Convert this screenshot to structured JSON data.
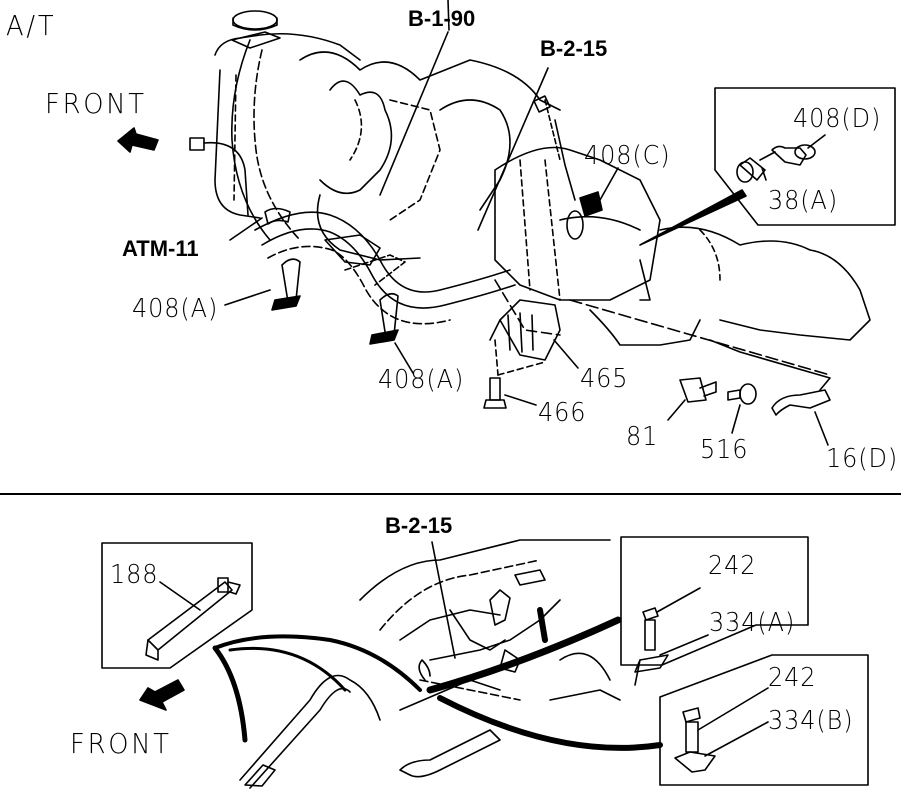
{
  "title": "A/T",
  "top_panel": {
    "front_label": "FRONT",
    "references": [
      {
        "id": "ref-b-1-90",
        "text": "B-1-90"
      },
      {
        "id": "ref-b-2-15",
        "text": "B-2-15"
      },
      {
        "id": "ref-atm-11",
        "text": "ATM-11"
      }
    ],
    "callouts": [
      {
        "id": "408c",
        "text": "408(C)"
      },
      {
        "id": "408a-left",
        "text": "408(A)"
      },
      {
        "id": "408a-mid",
        "text": "408(A)"
      },
      {
        "id": "465",
        "text": "465"
      },
      {
        "id": "466",
        "text": "466"
      },
      {
        "id": "81",
        "text": "81"
      },
      {
        "id": "516",
        "text": "516"
      },
      {
        "id": "16d",
        "text": "16(D)"
      }
    ],
    "inset": {
      "callouts": [
        {
          "id": "408d",
          "text": "408(D)"
        },
        {
          "id": "38a",
          "text": "38(A)"
        }
      ]
    }
  },
  "bottom_panel": {
    "front_label": "FRONT",
    "references": [
      {
        "id": "ref-b-2-15-bottom",
        "text": "B-2-15"
      }
    ],
    "inset_left": {
      "callouts": [
        {
          "id": "188",
          "text": "188"
        }
      ]
    },
    "inset_right_a": {
      "callouts": [
        {
          "id": "242a",
          "text": "242"
        },
        {
          "id": "334a",
          "text": "334(A)"
        }
      ]
    },
    "inset_right_b": {
      "callouts": [
        {
          "id": "242b",
          "text": "242"
        },
        {
          "id": "334b",
          "text": "334(B)"
        }
      ]
    }
  }
}
